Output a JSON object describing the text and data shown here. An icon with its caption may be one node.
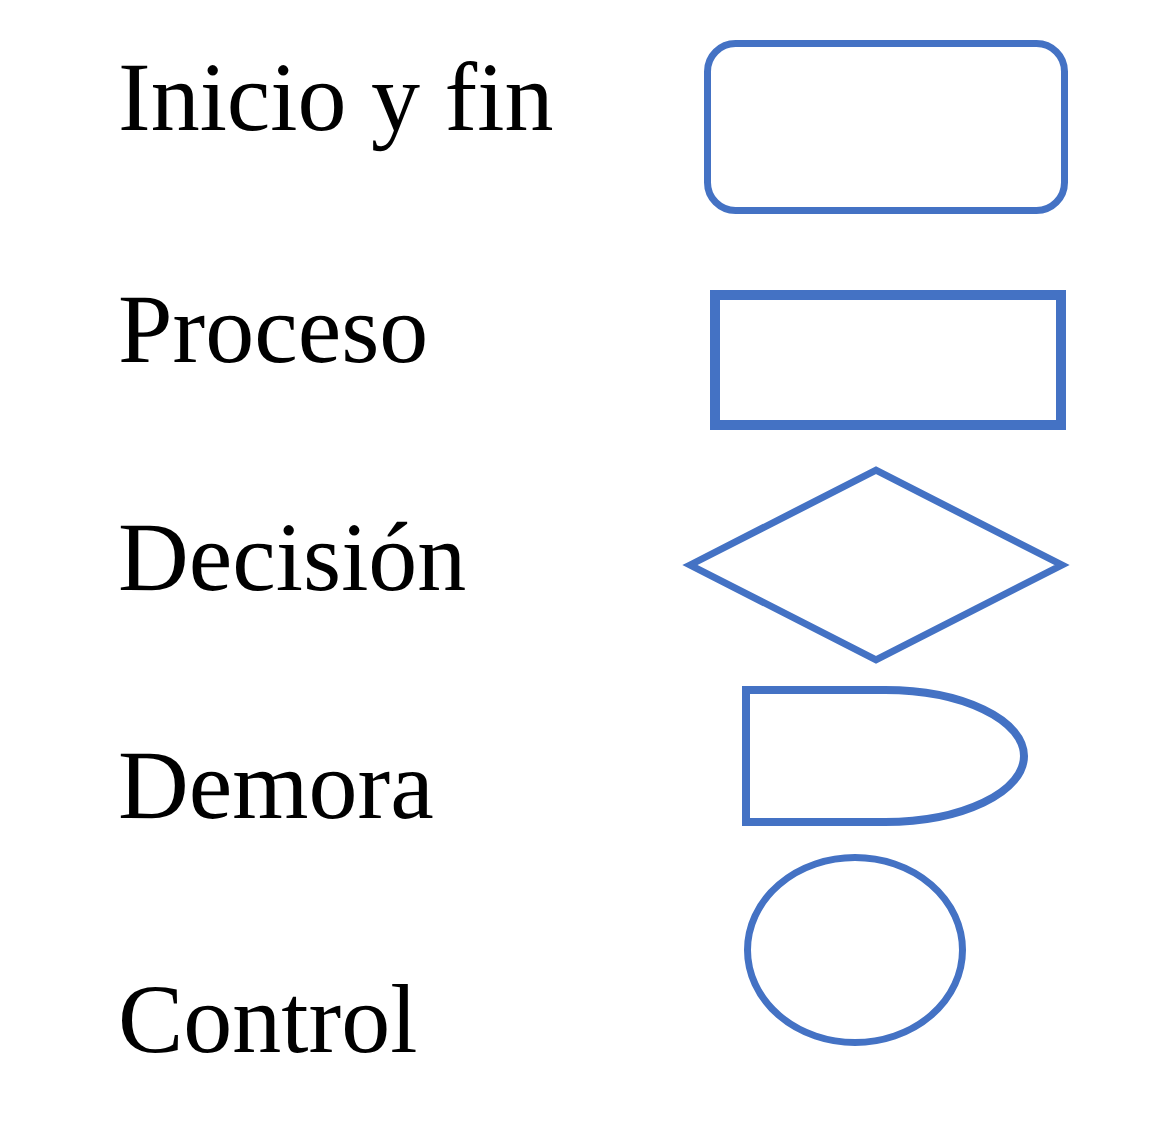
{
  "diagram": {
    "nodes": [
      {
        "text": [],
        "shape": "rounded",
        "beside": [
          "Inicio y fin"
        ]
      },
      {
        "text": [],
        "shape": "box",
        "beside": [
          "Proceso"
        ]
      },
      {
        "text": [],
        "shape": "diamond",
        "beside": [
          "Decisión"
        ]
      },
      {
        "text": [],
        "shape": "delay",
        "beside": [
          "Demora"
        ]
      },
      {
        "text": [],
        "shape": "oval",
        "beside": [
          "Control"
        ]
      }
    ]
  }
}
